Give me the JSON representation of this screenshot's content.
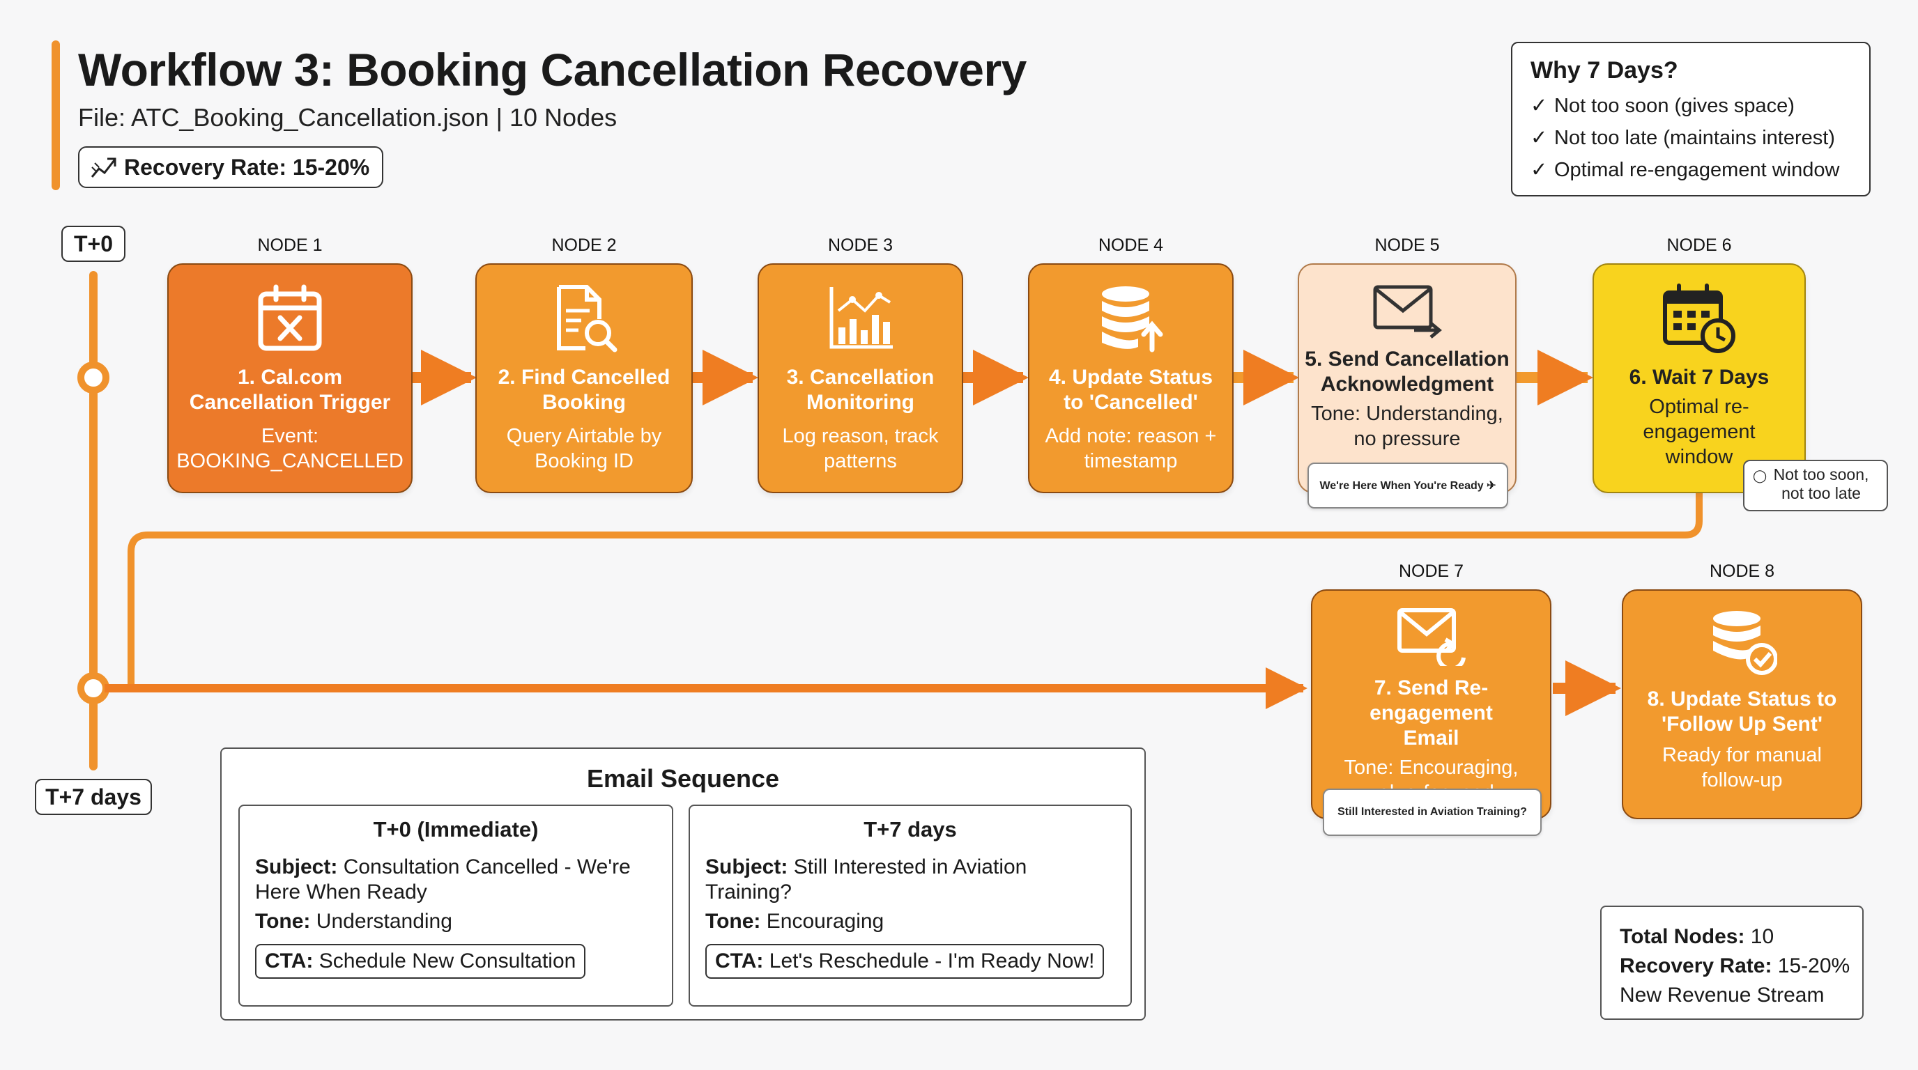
{
  "header": {
    "title": "Workflow 3: Booking Cancellation Recovery",
    "subtitle": "File: ATC_Booking_Cancellation.json | 10 Nodes",
    "recovery_badge": "Recovery Rate: 15-20%"
  },
  "why_box": {
    "title": "Why 7 Days?",
    "items": [
      "Not too soon (gives space)",
      "Not too late (maintains interest)",
      "Optimal re-engagement window"
    ],
    "check": "✓"
  },
  "timeline": {
    "start": "T+0",
    "end": "T+7 days"
  },
  "nodes": [
    {
      "label": "NODE 1",
      "title": "1. Cal.com Cancellation Trigger",
      "desc": "Event: BOOKING_CANCELLED",
      "color": "#ec7a2a",
      "icon": "calendar-x-icon"
    },
    {
      "label": "NODE 2",
      "title": "2. Find Cancelled Booking",
      "desc": "Query Airtable by Booking ID",
      "color": "#f29a2e",
      "icon": "document-search-icon"
    },
    {
      "label": "NODE 3",
      "title": "3. Cancellation Monitoring",
      "desc": "Log reason, track patterns",
      "color": "#f29a2e",
      "icon": "chart-icon"
    },
    {
      "label": "NODE 4",
      "title": "4. Update Status to 'Cancelled'",
      "desc": "Add note: reason + timestamp",
      "color": "#f29a2e",
      "icon": "database-upload-icon"
    },
    {
      "label": "NODE 5",
      "title": "5. Send Cancellation Acknowledgment",
      "desc": "Tone: Understanding, no pressure",
      "color": "#fde3cc",
      "icon": "envelope-send-icon",
      "chip": "We're Here When You're Ready ✈"
    },
    {
      "label": "NODE 6",
      "title": "6. Wait 7 Days",
      "desc": "Optimal re-engagement window",
      "color": "#f8d31e",
      "icon": "calendar-clock-icon",
      "bubble": "Not too soon, not too late"
    },
    {
      "label": "NODE 7",
      "title": "7. Send Re-engagement Email",
      "desc": "Tone: Encouraging, value-focused",
      "color": "#f29a2e",
      "icon": "envelope-reply-icon",
      "chip": "Still Interested in Aviation Training?"
    },
    {
      "label": "NODE 8",
      "title": "8. Update Status to 'Follow Up Sent'",
      "desc": "Ready for manual follow-up",
      "color": "#f29a2e",
      "icon": "database-check-icon"
    }
  ],
  "email_sequence": {
    "title": "Email Sequence",
    "subject_label": "Subject:",
    "tone_label": "Tone:",
    "cta_label": "CTA:",
    "columns": [
      {
        "head": "T+0 (Immediate)",
        "subject": "Consultation Cancelled - We're Here When Ready",
        "tone": "Understanding",
        "cta": "Schedule New Consultation"
      },
      {
        "head": "T+7 days",
        "subject": "Still Interested in Aviation Training?",
        "tone": "Encouraging",
        "cta": "Let's Reschedule - I'm Ready Now!"
      }
    ]
  },
  "summary": {
    "nodes_label": "Total Nodes:",
    "nodes_value": "10",
    "rate_label": "Recovery Rate:",
    "rate_value": "15-20%",
    "stream": "New Revenue Stream"
  },
  "colors": {
    "accent": "#f0922c",
    "connector": "#f0922c",
    "arrow": "#ef7d22"
  }
}
